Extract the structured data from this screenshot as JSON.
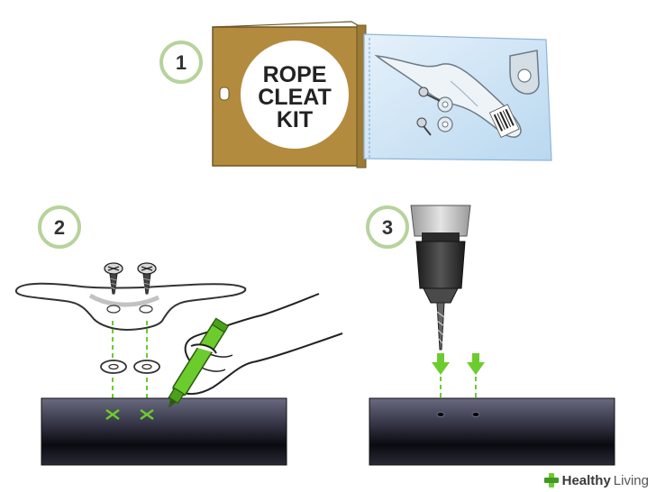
{
  "steps": {
    "one": "1",
    "two": "2",
    "three": "3"
  },
  "kit": {
    "line1": "ROPE",
    "line2": "CLEAT",
    "line3": "KIT"
  },
  "brand": {
    "name_bold": "Healthy",
    "name_light": "Living"
  },
  "colors": {
    "step_ring": "#b6d39b",
    "mark_green": "#6ccc2e",
    "card_tan": "#b38b3e",
    "bag_blue": "#cde3f5",
    "board_dark": "#17171f"
  }
}
